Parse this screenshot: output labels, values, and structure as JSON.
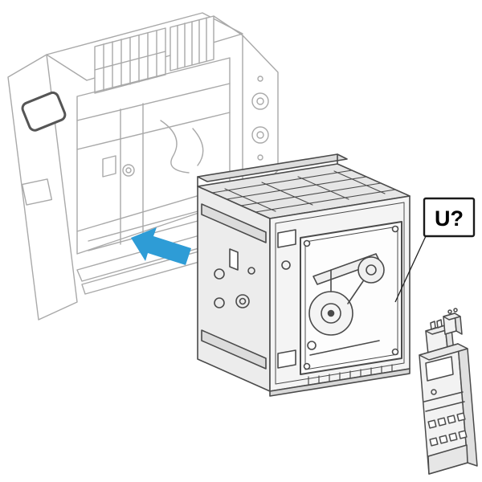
{
  "callout": {
    "label": "U?"
  },
  "colors": {
    "background": "#ffffff",
    "chassis_line": "#a9a9a9",
    "device_line": "#4a4a4a",
    "arrow_blue": "#2e9cd6",
    "callout_border": "#1a1a1a",
    "callout_text": "#000000"
  },
  "parts": {
    "chassis": "chassis-cradle",
    "arrow": "insertion-direction-arrow",
    "breaker": "drawout-circuit-breaker",
    "callout": "u-label-callout",
    "accessory": "accessory-module"
  }
}
